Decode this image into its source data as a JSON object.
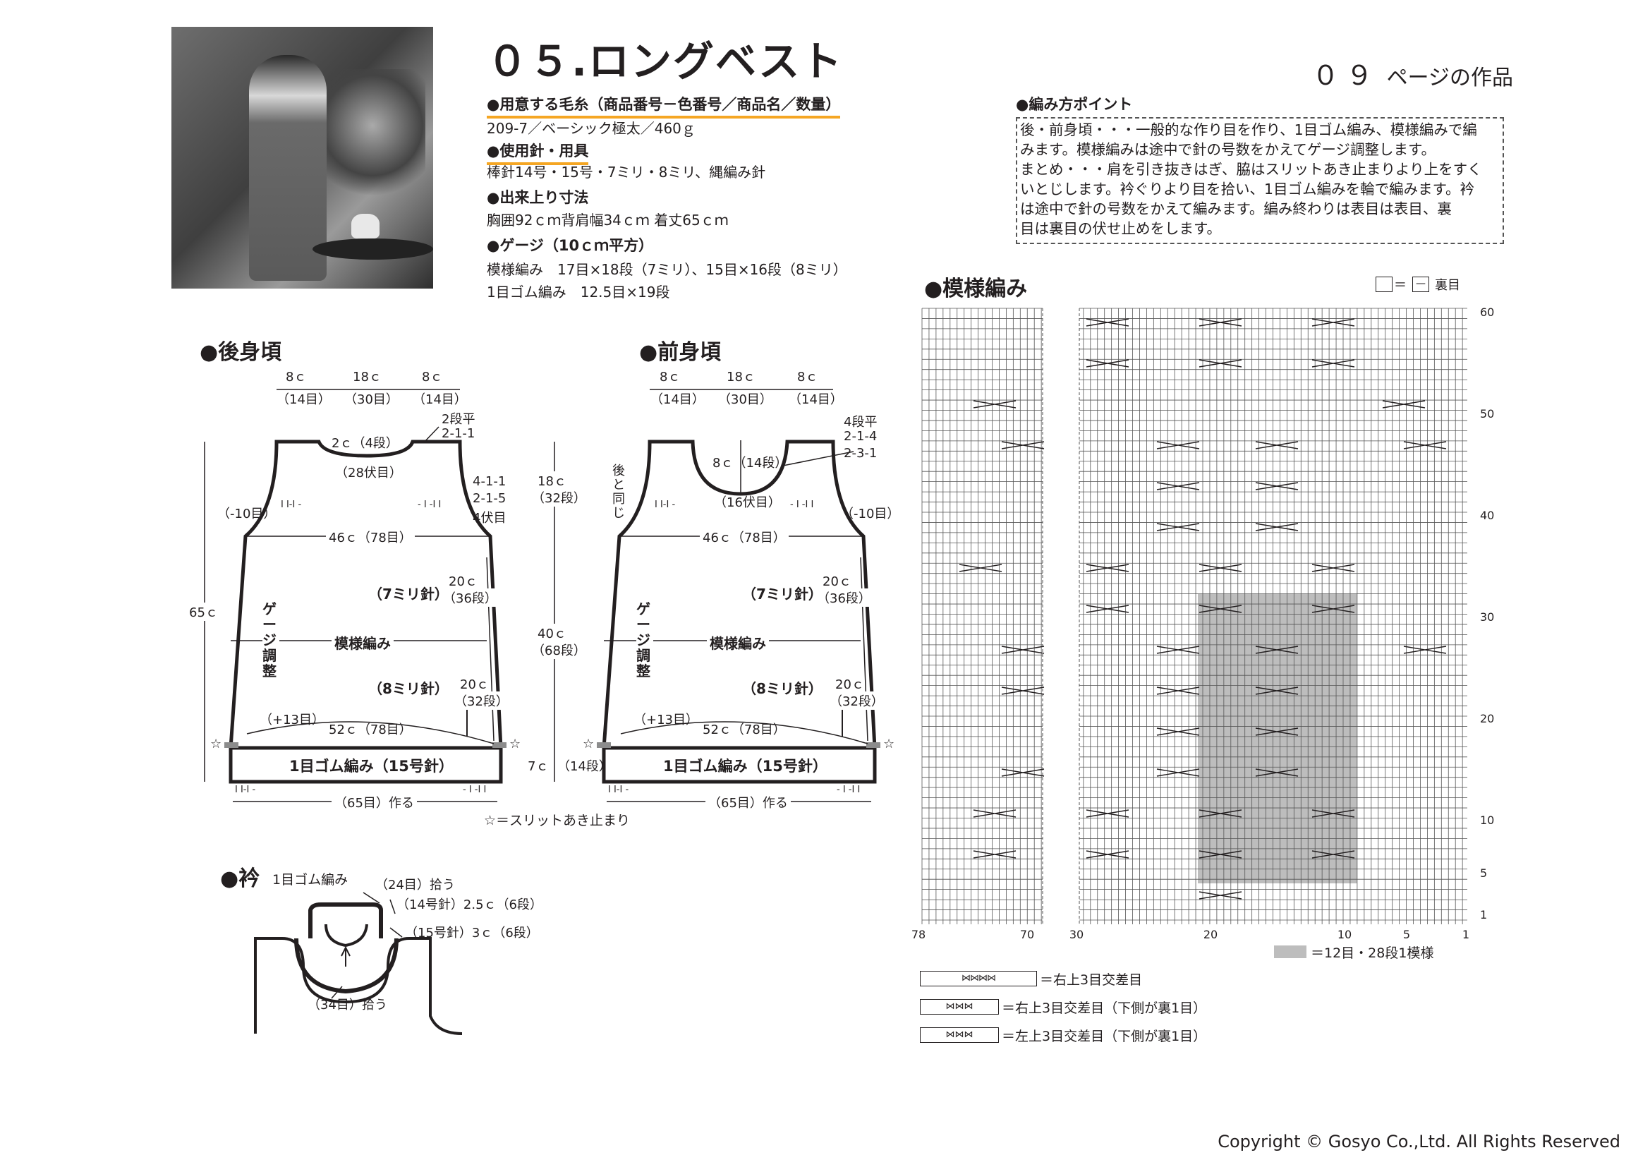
{
  "title": "０５.ロングベスト",
  "page_ref": {
    "num": "０９",
    "text": "ページの作品"
  },
  "materials": {
    "yarn_head": "●用意する毛糸（商品番号－色番号／商品名／数量）",
    "yarn_value": "209-7／ベーシック極太／460ｇ",
    "needle_head": "●使用針・用具",
    "needle_value": "棒針14号・15号・7ミリ・8ミリ、縄編み針",
    "size_head": "●出来上り寸法",
    "size_value": "胸囲92ｃｍ背肩幅34ｃｍ 着丈65ｃｍ",
    "gauge_head": "●ゲージ（10ｃｍ平方）",
    "gauge_line1": "模様編み　17目×18段（7ミリ）、15目×16段（8ミリ）",
    "gauge_line2": "1目ゴム編み　12.5目×19段"
  },
  "points": {
    "head": "●編み方ポイント",
    "lines": [
      "後・前身頃・・・一般的な作り目を作り、1目ゴム編み、模様編みで編",
      "みます。模様編みは途中で針の号数をかえてゲージ調整します。",
      "まとめ・・・肩を引き抜きはぎ、脇はスリットあき止まりより上をすく",
      "いとじします。衿ぐりより目を拾い、1目ゴム編みを輪で編みます。衿",
      "は途中で針の号数をかえて編みます。編み終わりは表目は表目、裏",
      "目は裏目の伏せ止めをします。"
    ]
  },
  "back": {
    "head": "●後身頃",
    "top_widths": [
      "8ｃ",
      "18ｃ",
      "8ｃ"
    ],
    "top_stitches": [
      "（14目）",
      "（30目）",
      "（14目）"
    ],
    "neck_label": "2ｃ（4段）",
    "neck_bind": "（28伏目）",
    "neck_shaping": [
      "2段平",
      "2-1-1"
    ],
    "arm_shaping": [
      "4-1-1",
      "2-1-5",
      "4伏目"
    ],
    "arm_dec": "（-10目）",
    "chest": "46ｃ（78目）",
    "total_len": "65ｃ",
    "needle7": "（7ミリ針）",
    "needle8": "（8ミリ針）",
    "gauge_adj": "ゲージ調整",
    "pattern": "模様編み",
    "upper_side": [
      "20ｃ",
      "（36段）"
    ],
    "lower_side": [
      "20ｃ",
      "（32段）"
    ],
    "inc": "（+13目）",
    "hem": "52ｃ（78目）",
    "rib": "1目ゴム編み（15号針）",
    "cast_on": "（65目）作る",
    "rib_left": "I I-I -",
    "rib_right": "- I -I I",
    "chart_marks": "I I-I -   - I -I I"
  },
  "front": {
    "head": "●前身頃",
    "top_widths": [
      "8ｃ",
      "18ｃ",
      "8ｃ"
    ],
    "top_stitches": [
      "（14目）",
      "（30目）",
      "（14目）"
    ],
    "neck_label": "8ｃ（14段）",
    "neck_bind": "（16伏目）",
    "neck_shaping": [
      "4段平",
      "2-1-4",
      "2-3-1"
    ],
    "same_as_back": "後と同じ",
    "arm_dec": "（-10目）",
    "chest": "46ｃ（78目）",
    "armhole": [
      "18ｃ",
      "（32段）"
    ],
    "body_len": [
      "40ｃ",
      "（68段）"
    ],
    "rib_len": [
      "7ｃ",
      "（14段）"
    ],
    "needle7": "（7ミリ針）",
    "needle8": "（8ミリ針）",
    "gauge_adj": "ゲージ調整",
    "pattern": "模様編み",
    "upper_side": [
      "20ｃ",
      "（36段）"
    ],
    "lower_side": [
      "20ｃ",
      "（32段）"
    ],
    "inc": "（+13目）",
    "hem": "52ｃ（78目）",
    "rib": "1目ゴム編み（15号針）",
    "cast_on": "（65目）作る",
    "slit_note": "☆＝スリットあき止まり"
  },
  "collar": {
    "head": "●衿",
    "sub": "1目ゴム編み",
    "pick_top": "（24目）拾う",
    "n14": "（14号針）2.5ｃ（6段）",
    "n15": "（15号針）3ｃ（6段）",
    "pick_bottom": "（34目）拾う"
  },
  "chart": {
    "head": "●模様編み",
    "legend_top": "＝",
    "legend_top_label": "裏目",
    "row_labels": [
      "60",
      "50",
      "40",
      "30",
      "20",
      "10",
      "5",
      "1"
    ],
    "col_labels": [
      "78",
      "70",
      "30",
      "20",
      "10",
      "5",
      "1"
    ],
    "repeat_label": "＝12目・28段1模様",
    "legend": [
      "＝右上3目交差目",
      "＝右上3目交差目（下側が裏1目）",
      "＝左上3目交差目（下側が裏1目）"
    ]
  },
  "copyright": "Copyright © Gosyo Co.,Ltd. All Rights Reserved"
}
